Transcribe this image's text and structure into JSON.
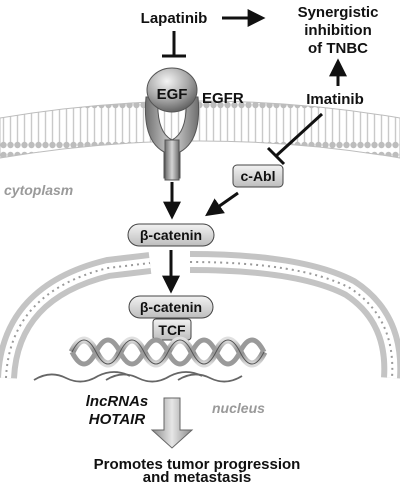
{
  "diagram": {
    "drugs": {
      "lapatinib": "Lapatinib",
      "imatinib": "Imatinib"
    },
    "outcome": {
      "line1": "Synergistic",
      "line2": "inhibition",
      "line3": "of TNBC"
    },
    "receptor": {
      "ligand": "EGF",
      "receptor": "EGFR"
    },
    "kinase": "c-Abl",
    "compartments": {
      "cytoplasm": "cytoplasm",
      "nucleus": "nucleus"
    },
    "cytoplasmic_protein": "β-catenin",
    "nuclear_complex": {
      "protein": "β-catenin",
      "partner": "TCF"
    },
    "rna": {
      "line1": "lncRNAs",
      "line2": "HOTAIR"
    },
    "result": {
      "line1": "Promotes tumor progression",
      "line2": "and metastasis"
    }
  }
}
